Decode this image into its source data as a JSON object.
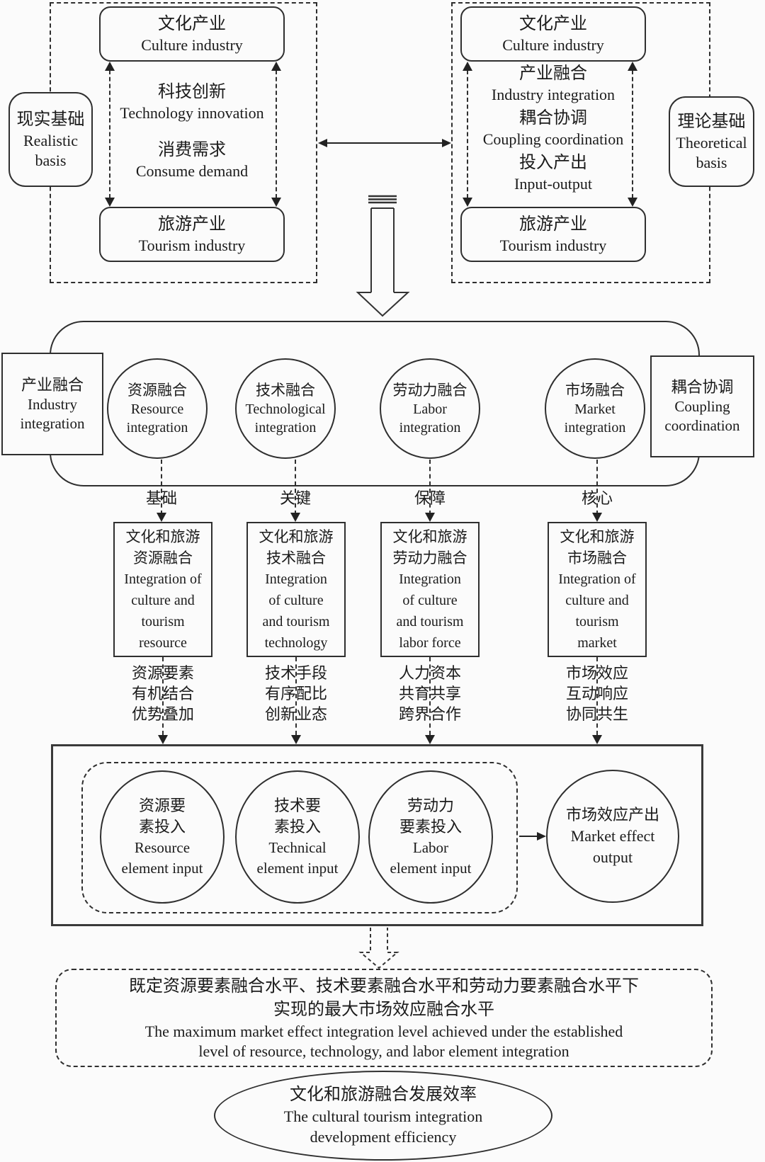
{
  "top_left": {
    "side_box": {
      "zh": "现实基础",
      "en": "Realistic\nbasis"
    },
    "culture_box": {
      "zh": "文化产业",
      "en": "Culture industry"
    },
    "links": [
      {
        "zh": "科技创新",
        "en": "Technology innovation"
      },
      {
        "zh": "消费需求",
        "en": "Consume demand"
      }
    ],
    "tourism_box": {
      "zh": "旅游产业",
      "en": "Tourism industry"
    }
  },
  "top_right": {
    "side_box": {
      "zh": "理论基础",
      "en": "Theoretical\nbasis"
    },
    "culture_box": {
      "zh": "文化产业",
      "en": "Culture industry"
    },
    "links": [
      {
        "zh": "产业融合",
        "en": "Industry integration"
      },
      {
        "zh": "耦合协调",
        "en": "Coupling coordination"
      },
      {
        "zh": "投入产出",
        "en": "Input-output"
      }
    ],
    "tourism_box": {
      "zh": "旅游产业",
      "en": "Tourism industry"
    }
  },
  "band": {
    "left_box": {
      "zh": "产业融合",
      "en": "Industry\nintegration"
    },
    "right_box": {
      "zh": "耦合协调",
      "en": "Coupling\ncoordination"
    },
    "circles": [
      {
        "zh": "资源融合",
        "en": "Resource\nintegration"
      },
      {
        "zh": "技术融合",
        "en": "Technological\nintegration"
      },
      {
        "zh": "劳动力融合",
        "en": "Labor\nintegration"
      },
      {
        "zh": "市场融合",
        "en": "Market\nintegration"
      }
    ],
    "tags": [
      "基础",
      "关键",
      "保障",
      "核心"
    ]
  },
  "fusion": [
    {
      "zh": "文化和旅游\n资源融合",
      "en": "Integration of\nculture and\ntourism\nresource",
      "note": "资源要素\n有机结合\n优势叠加"
    },
    {
      "zh": "文化和旅游\n技术融合",
      "en": "Integration\nof culture\nand tourism\ntechnology",
      "note": "技术手段\n有序配比\n创新业态"
    },
    {
      "zh": "文化和旅游\n劳动力融合",
      "en": "Integration\nof culture\nand tourism\nlabor force",
      "note": "人力资本\n共育共享\n跨界合作"
    },
    {
      "zh": "文化和旅游\n市场融合",
      "en": "Integration of\nculture and\ntourism\nmarket",
      "note": "市场效应\n互动响应\n协同共生"
    }
  ],
  "io": {
    "inputs": [
      {
        "zh": "资源要\n素投入",
        "en": "Resource\nelement input"
      },
      {
        "zh": "技术要\n素投入",
        "en": "Technical\nelement input"
      },
      {
        "zh": "劳动力\n要素投入",
        "en": "Labor\nelement input"
      }
    ],
    "output": {
      "zh": "市场效应产出",
      "en": "Market effect\noutput"
    }
  },
  "max_level": {
    "zh": "既定资源要素融合水平、技术要素融合水平和劳动力要素融合水平下\n实现的最大市场效应融合水平",
    "en": "The maximum market effect integration level achieved under the established\nlevel of resource, technology, and labor element integration"
  },
  "efficiency": {
    "zh": "文化和旅游融合发展效率",
    "en": "The cultural tourism integration\ndevelopment efficiency"
  }
}
